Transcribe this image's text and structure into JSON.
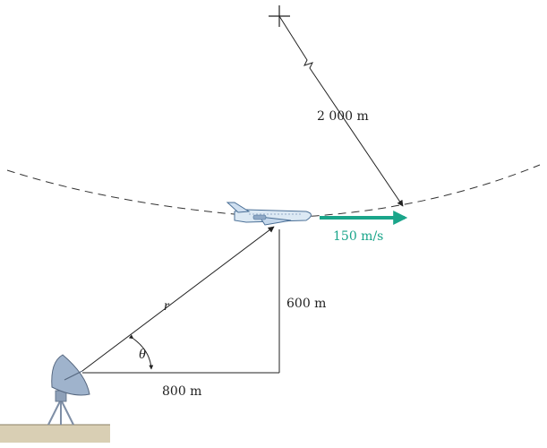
{
  "labels": {
    "radius": "2 000 m",
    "velocity": "150 m/s",
    "range": "r",
    "angle": "θ",
    "height": "600 m",
    "horizontal": "800 m"
  },
  "colors": {
    "velocity_arrow": "#1aa58a",
    "ink": "#222222",
    "ground": "#d9cfb4",
    "plane_body": "#dce9f4",
    "plane_stroke": "#4a6f96",
    "dish": "#9fb3cc"
  }
}
